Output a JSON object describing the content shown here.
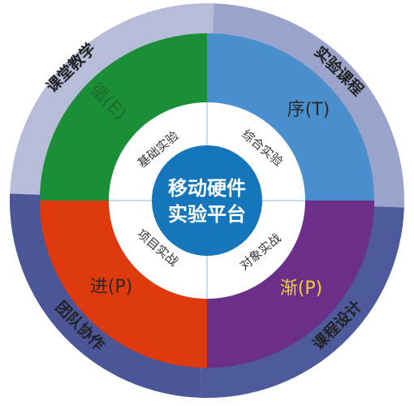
{
  "center": {
    "line1": "移动硬件",
    "line2": "实验平台"
  },
  "inner_ring": [
    {
      "label": "基础实验"
    },
    {
      "label": "综合实验"
    },
    {
      "label": "对象实战"
    },
    {
      "label": "项目实战"
    }
  ],
  "middle_ring": [
    {
      "label": "循(E)",
      "color": "#1a8f37",
      "text_color": "#1e6b2e"
    },
    {
      "label": "序(T)",
      "color": "#4a8fcd",
      "text_color": "#2a2a2a"
    },
    {
      "label": "渐(P)",
      "color": "#6b2f8a",
      "text_color": "#f0d22a"
    },
    {
      "label": "进(P)",
      "color": "#de3a0e",
      "text_color": "#2a2a2a"
    }
  ],
  "outer_ring": [
    {
      "label": "课堂教学",
      "color": "#b7bcd9"
    },
    {
      "label": "实验课程",
      "color": "#9aa3c9"
    },
    {
      "label": "课程设计",
      "color": "#4d5a9c"
    },
    {
      "label": "团队协作",
      "color": "#4a5697"
    }
  ],
  "colors": {
    "center_fill": "#1576bb",
    "inner_ring_fill": "#ffffff",
    "divider": "#b9cfe8"
  }
}
